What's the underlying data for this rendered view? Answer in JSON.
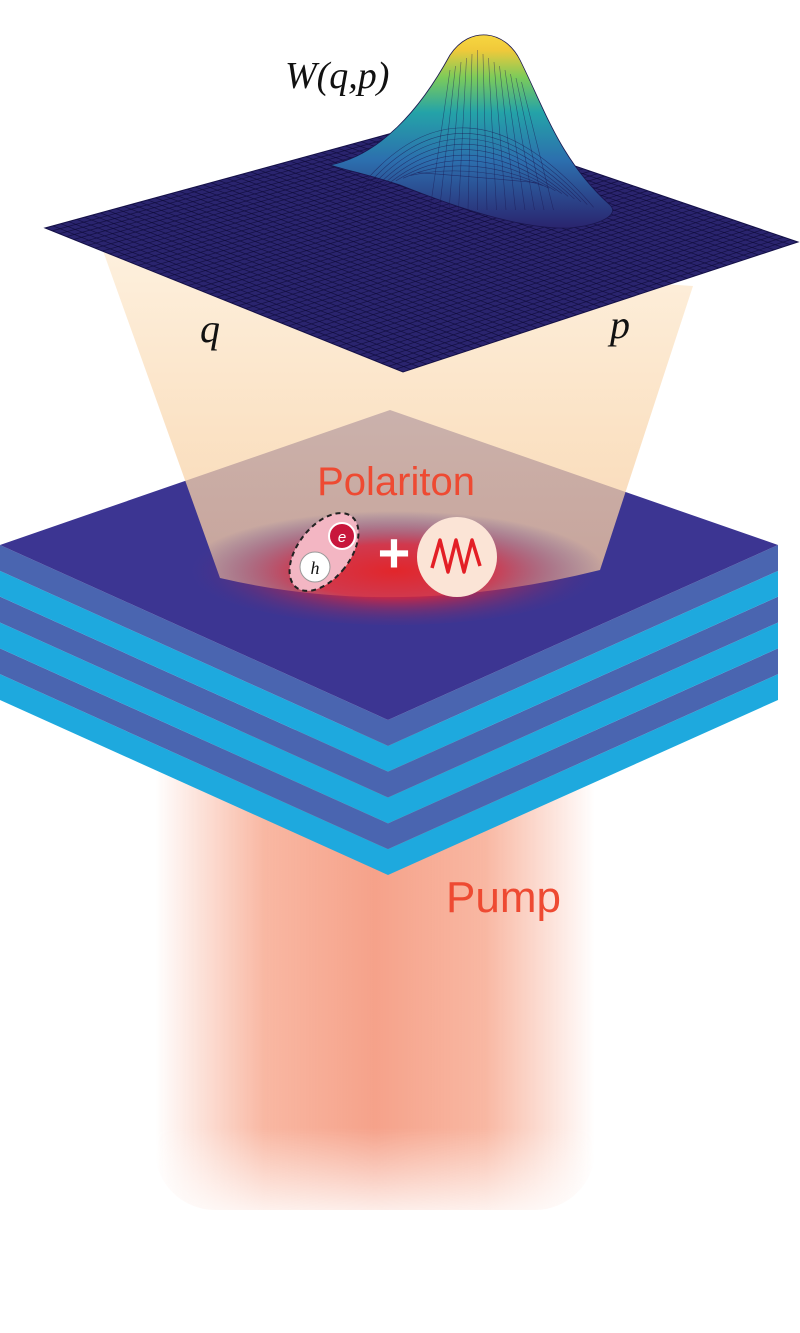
{
  "labels": {
    "wigner": "W(q,p)",
    "q_axis": "q",
    "p_axis": "p",
    "polariton": "Polariton",
    "electron": "e",
    "hole": "h",
    "plus": "+",
    "pump": "Pump"
  },
  "colors": {
    "label_red": "#ee4a32",
    "mesh_base": "#2a246e",
    "mesh_line": "#0f0c3a",
    "layer_dark": "#4a65b0",
    "layer_light": "#1ea9de",
    "top_face": "#3c3592",
    "pump_beam": "#f7a68c",
    "cone_light": "#fde8c8",
    "polariton_glow": "#e2262b",
    "photon_disc": "#fbe4d6",
    "photon_wave": "#e31f26",
    "exciton_pair": "#f3b6c3",
    "electron": "#c8163c"
  },
  "icons": {
    "photon": "wavy-photon-icon",
    "exciton": "electron-hole-pair-icon"
  }
}
